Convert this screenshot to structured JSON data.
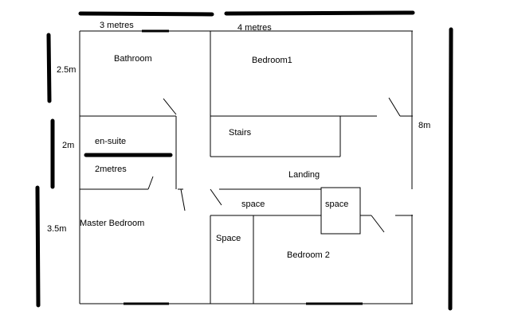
{
  "plan": {
    "dimensions": {
      "top_left": "3 metres",
      "top_right": "4 metres",
      "left_top": "2.5m",
      "left_middle": "2m",
      "left_bottom": "3.5m",
      "right": "8m",
      "ensuite_width": "2metres"
    },
    "rooms": {
      "bathroom": "Bathroom",
      "bedroom1": "Bedroom1",
      "stairs": "Stairs",
      "ensuite": "en-suite",
      "landing": "Landing",
      "space_landing": "space",
      "space_box": "space",
      "master_bedroom": "Master Bedroom",
      "space_closet": "Space",
      "bedroom2": "Bedroom 2"
    }
  }
}
